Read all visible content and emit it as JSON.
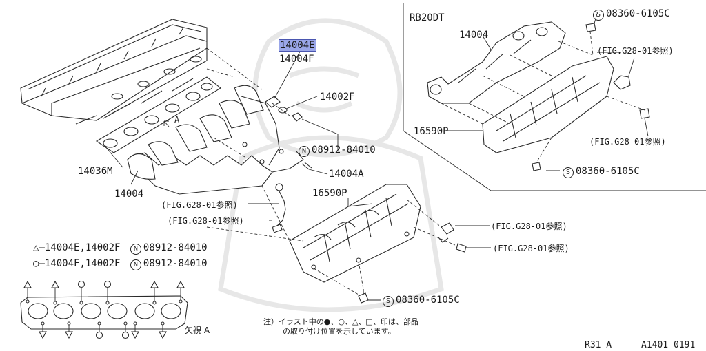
{
  "parts": {
    "p14004E": "14004E",
    "p14004F": "14004F",
    "p14002F": "14002F",
    "p14036M": "14036M",
    "p14004_main": "14004",
    "p14004A": "14004A",
    "p16590P_main": "16590P",
    "p16590P_inset": "16590P",
    "p14004_inset": "14004"
  },
  "fasteners": {
    "nut_main": "08912-84010",
    "bolt_main": "08360-6105C",
    "bolt_inset_top": "08360-6105C",
    "bolt_inset_bottom": "08360-6105C",
    "legend_nut_1": "08912-84010",
    "legend_nut_2": "08912-84010",
    "prefix_n": "N",
    "prefix_s": "S"
  },
  "references": {
    "fig_1": "(FIG.G28-01参照)",
    "fig_2": "(FIG.G28-01参照)",
    "fig_3": "(FIG.G28-01参照)",
    "fig_4": "(FIG.G28-01参照)",
    "fig_inset_1": "(FIG.G28-01参照)",
    "fig_inset_2": "(FIG.G28-01参照)"
  },
  "inset": {
    "title": "RB20DT"
  },
  "view_a": {
    "arrow_label": "A",
    "caption": "矢視 A"
  },
  "legend": {
    "row1_symbol": "△",
    "row1_parts": "—14004E,14002F",
    "row2_symbol": "○",
    "row2_parts": "—14004F,14002F"
  },
  "note": {
    "line1": "注）イラスト中の●、○、△、□、印は、部品",
    "line2": "の取り付け位置を示しています。"
  },
  "footer": {
    "model": "R31 A",
    "code": "A1401 0191"
  },
  "icons": [
    "watermark-emblem-icon",
    "triangle-marker-icon",
    "circle-marker-icon"
  ]
}
